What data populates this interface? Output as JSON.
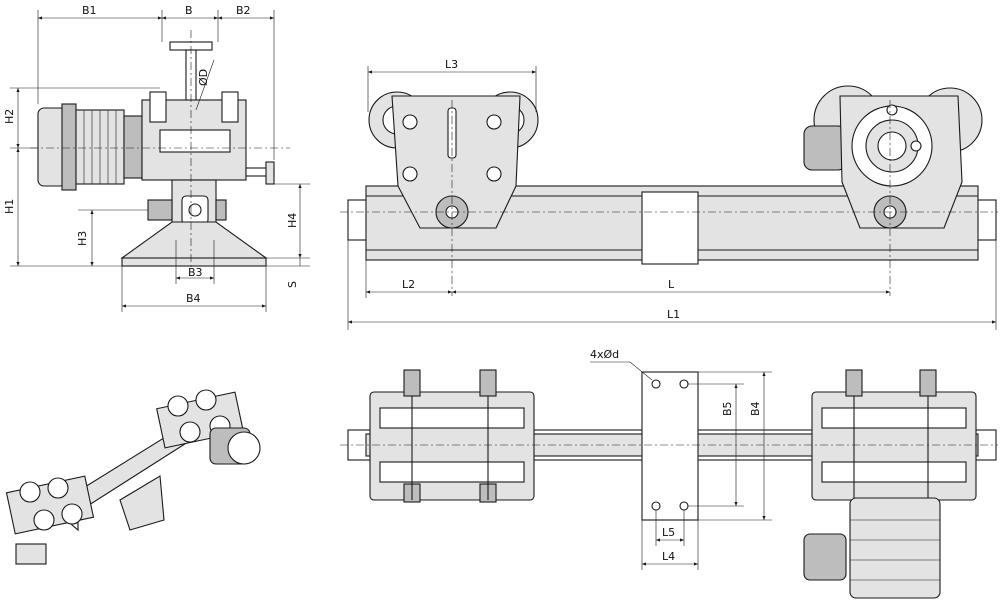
{
  "dimensions": {
    "b1": "B1",
    "b": "B",
    "b2": "B2",
    "phi_d_large": "ØD",
    "h1": "H1",
    "h2": "H2",
    "h3": "H3",
    "h4": "H4",
    "b3": "B3",
    "b4": "B4",
    "s": "S",
    "l3": "L3",
    "l2": "L2",
    "l": "L",
    "l1": "L1",
    "hole_spec": "4xØd",
    "b5": "B5",
    "b4_plan": "B4",
    "l5": "L5",
    "l4": "L4"
  }
}
